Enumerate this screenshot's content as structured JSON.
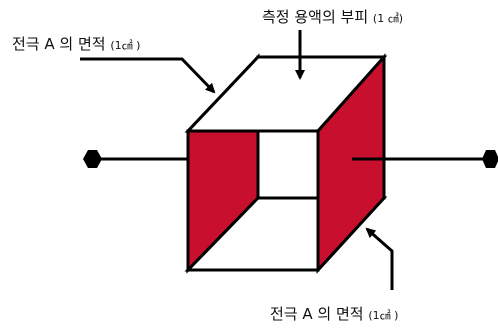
{
  "labels": {
    "volume_label": {
      "text": "측정 용액의 부피",
      "unit": "(1 ㎤)"
    },
    "electrode_area_left": {
      "text": "전극 A 의 면적",
      "unit": "(1㎠ )"
    },
    "electrode_area_bottom": {
      "text": "전극 A 의 면적",
      "unit": "(1㎠ )"
    }
  },
  "colors": {
    "electrode_plate": "#c8102e",
    "outline": "#000000",
    "background": "#ffffff"
  }
}
